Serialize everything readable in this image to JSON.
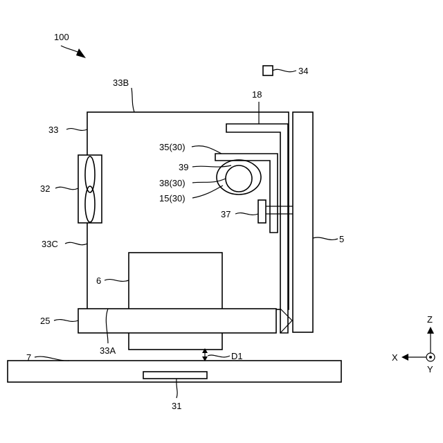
{
  "figure": {
    "ref_main": "100",
    "labels": {
      "l34": "34",
      "l33B": "33B",
      "l18": "18",
      "l33": "33",
      "l35": "35(30)",
      "l39": "39",
      "l38": "38(30)",
      "l32": "32",
      "l15": "15(30)",
      "l37": "37",
      "l33C": "33C",
      "l5": "5",
      "l6": "6",
      "l25": "25",
      "l33A": "33A",
      "lD1": "D1",
      "l7": "7",
      "l31": "31"
    },
    "axes": {
      "z": "Z",
      "x": "X",
      "y": "Y"
    }
  }
}
